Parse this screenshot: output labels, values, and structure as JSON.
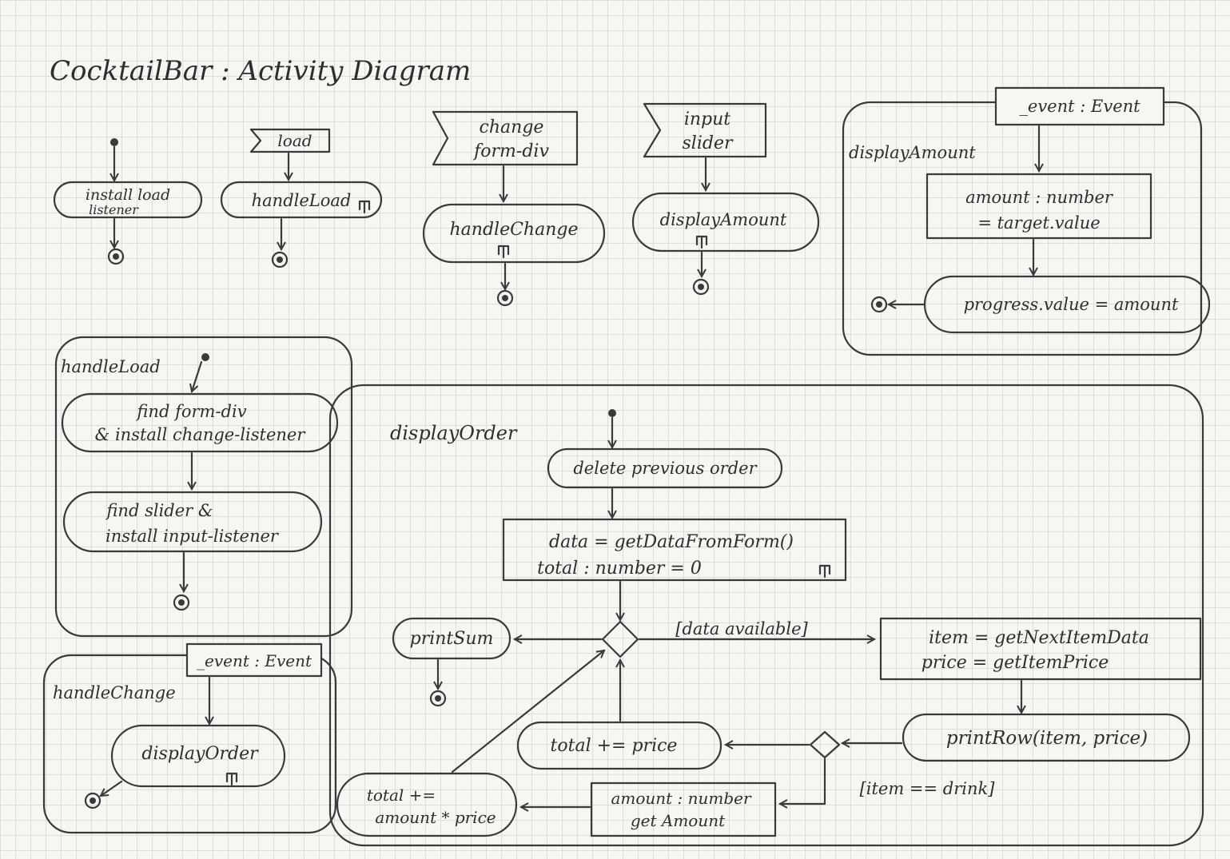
{
  "title": "CocktailBar : Activity Diagram",
  "signals": {
    "load": "load",
    "change_line1": "change",
    "change_line2": "form-div",
    "input_line1": "input",
    "input_line2": "slider",
    "event_displayAmount": "_event : Event",
    "event_handleChange": "_event : Event"
  },
  "top_actions": {
    "install_line1": "install load",
    "install_line2": "listener",
    "handleLoad_call": "handleLoad",
    "handleChange_call": "handleChange",
    "displayAmount_call": "displayAmount"
  },
  "displayAmount_frame": {
    "label": "displayAmount",
    "decl_line1": "amount : number",
    "decl_line2": "= target.value",
    "action": "progress.value = amount"
  },
  "handleLoad_frame": {
    "label": "handleLoad",
    "action1_line1": "find form-div",
    "action1_line2": "& install change-listener",
    "action2_line1": "find slider &",
    "action2_line2": "install input-listener"
  },
  "handleChange_frame": {
    "label": "handleChange",
    "action": "displayOrder"
  },
  "displayOrder_frame": {
    "label": "displayOrder",
    "delete": "delete previous order",
    "data_line1": "data = getDataFromForm()",
    "data_line2": "total : number = 0",
    "guard_available": "[data available]",
    "item_line1": "item = getNextItemData",
    "item_line2": "price = getItemPrice",
    "printRow": "printRow(item, price)",
    "printSum": "printSum",
    "total_price": "total += price",
    "guard_drink": "[item == drink]",
    "amount_line1": "amount : number",
    "amount_line2": "get Amount",
    "total_amount_line1": "total +=",
    "total_amount_line2": "amount * price"
  }
}
